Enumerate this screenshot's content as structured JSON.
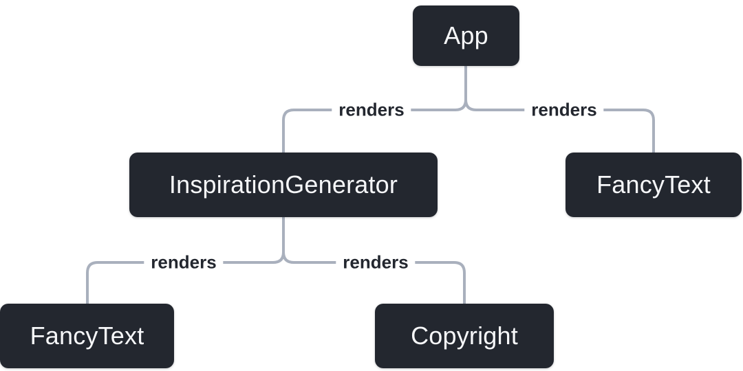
{
  "diagram": {
    "nodes": [
      {
        "id": "app",
        "label": "App"
      },
      {
        "id": "inspiration-generator",
        "label": "InspirationGenerator"
      },
      {
        "id": "fancy-text-top",
        "label": "FancyText"
      },
      {
        "id": "fancy-text-bottom",
        "label": "FancyText"
      },
      {
        "id": "copyright",
        "label": "Copyright"
      }
    ],
    "edges": [
      {
        "from": "App",
        "to": "InspirationGenerator",
        "label": "renders"
      },
      {
        "from": "App",
        "to": "FancyText",
        "label": "renders"
      },
      {
        "from": "InspirationGenerator",
        "to": "FancyText",
        "label": "renders"
      },
      {
        "from": "InspirationGenerator",
        "to": "Copyright",
        "label": "renders"
      }
    ],
    "colors": {
      "background": "#ffffff",
      "node_background": "#23272f",
      "node_text": "#f6f7f9",
      "edge_line": "#a9b0bd",
      "edge_label_text": "#23272f"
    }
  }
}
